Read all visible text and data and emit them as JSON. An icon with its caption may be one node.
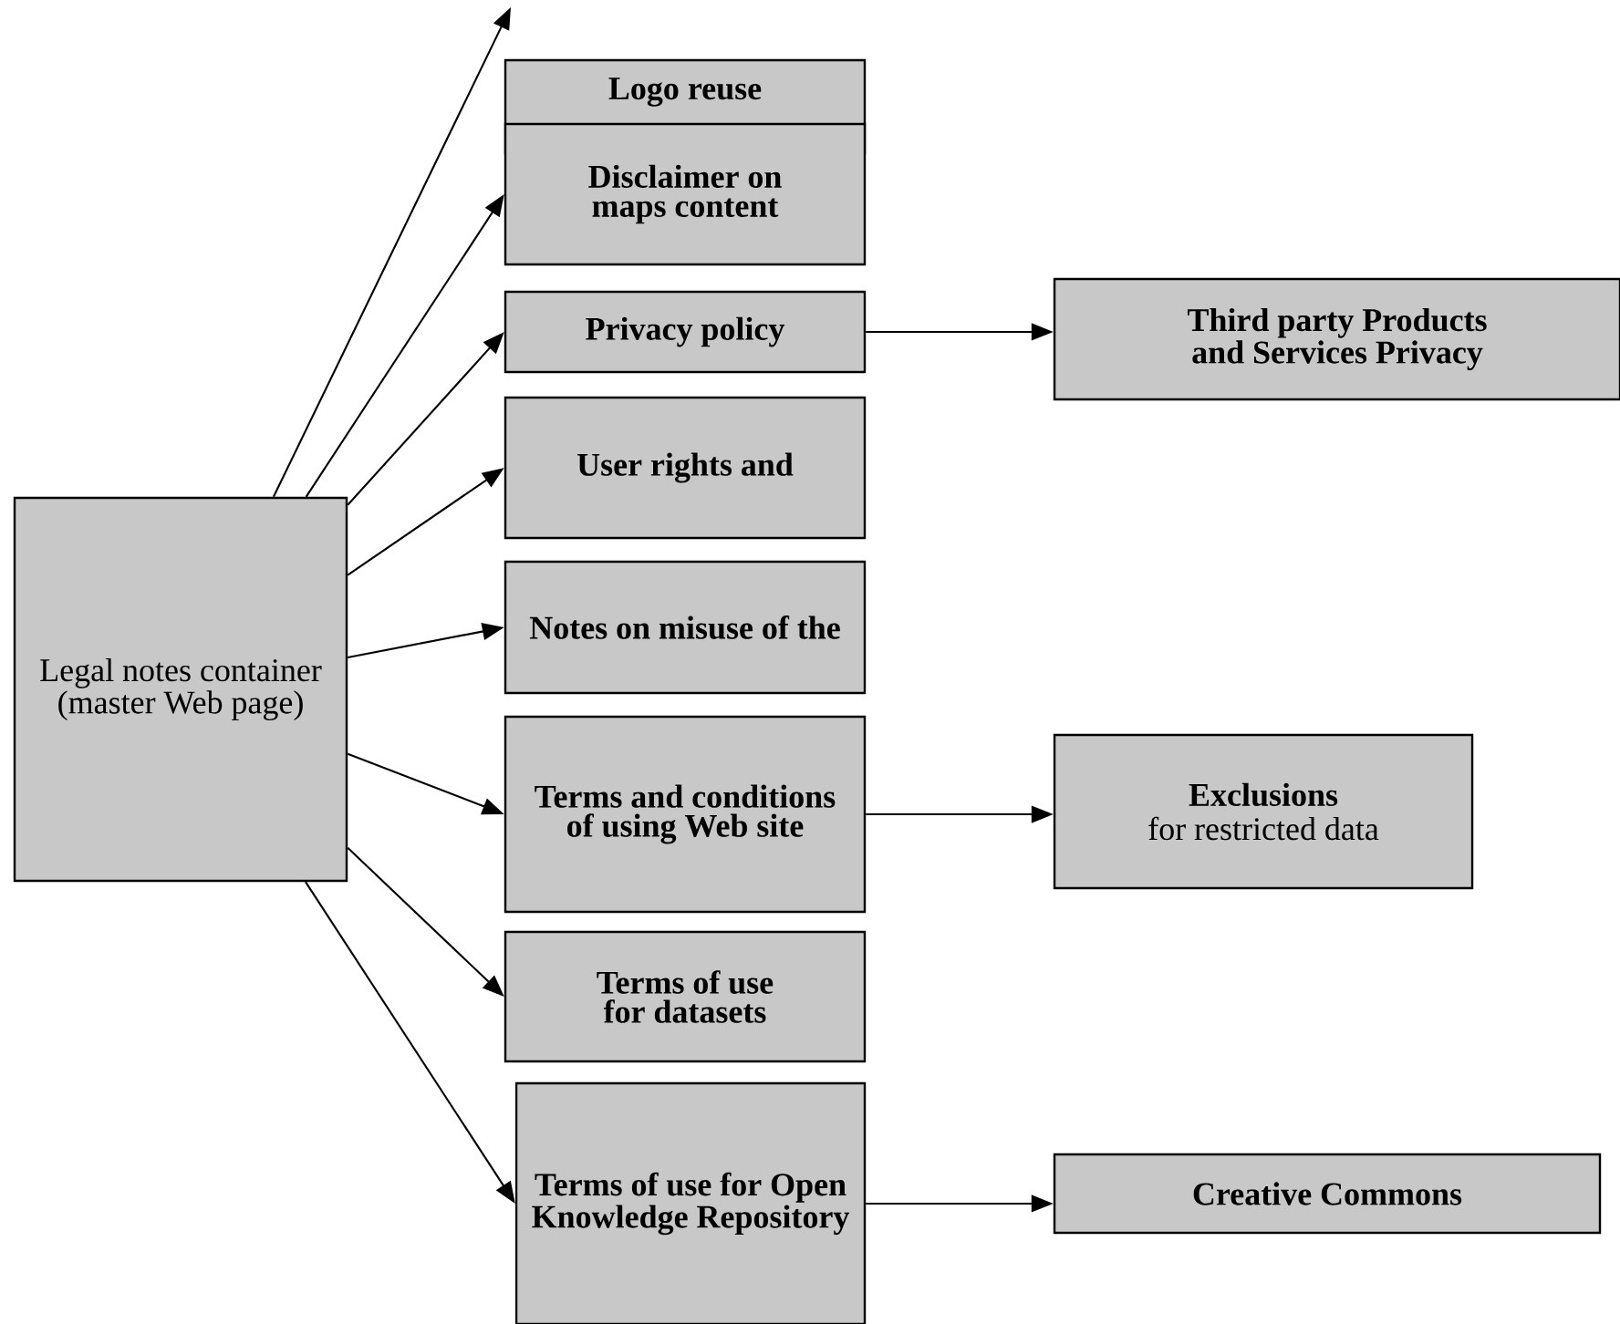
{
  "diagram": {
    "nodes": [
      {
        "text": [
          "Legal notes container (master Web page)"
        ]
      },
      {
        "text": [
          "Logo reuse"
        ]
      },
      {
        "text": [
          "Disclaimer on maps content"
        ]
      },
      {
        "text": [
          "Privacy policy"
        ]
      },
      {
        "text": [
          "User rights and"
        ]
      },
      {
        "text": [
          "Notes on misuse of the"
        ]
      },
      {
        "text": [
          "Terms and conditions of using Web site"
        ]
      },
      {
        "text": [
          "Terms of use for datasets"
        ]
      },
      {
        "text": [
          "Terms of use for Open Knowledge Repository"
        ]
      },
      {
        "text": [
          "Third party Products and Services Privacy"
        ]
      },
      {
        "text": [
          "Exclusions",
          "for restricted data"
        ]
      },
      {
        "text": [
          "Creative Commons"
        ]
      }
    ],
    "edges": [
      {
        "from": 0,
        "to": null,
        "arrow": "to"
      },
      {
        "from": 0,
        "to": 2,
        "arrow": "to"
      },
      {
        "from": 0,
        "to": 3,
        "arrow": "to"
      },
      {
        "from": 0,
        "to": 4,
        "arrow": "to"
      },
      {
        "from": 0,
        "to": 5,
        "arrow": "to"
      },
      {
        "from": 0,
        "to": 6,
        "arrow": "to"
      },
      {
        "from": 0,
        "to": 7,
        "arrow": "to"
      },
      {
        "from": 0,
        "to": 8,
        "arrow": "to"
      },
      {
        "from": 3,
        "to": 9,
        "arrow": "to"
      },
      {
        "from": 6,
        "to": 10,
        "arrow": "to"
      },
      {
        "from": 8,
        "to": 11,
        "arrow": "to"
      }
    ]
  }
}
